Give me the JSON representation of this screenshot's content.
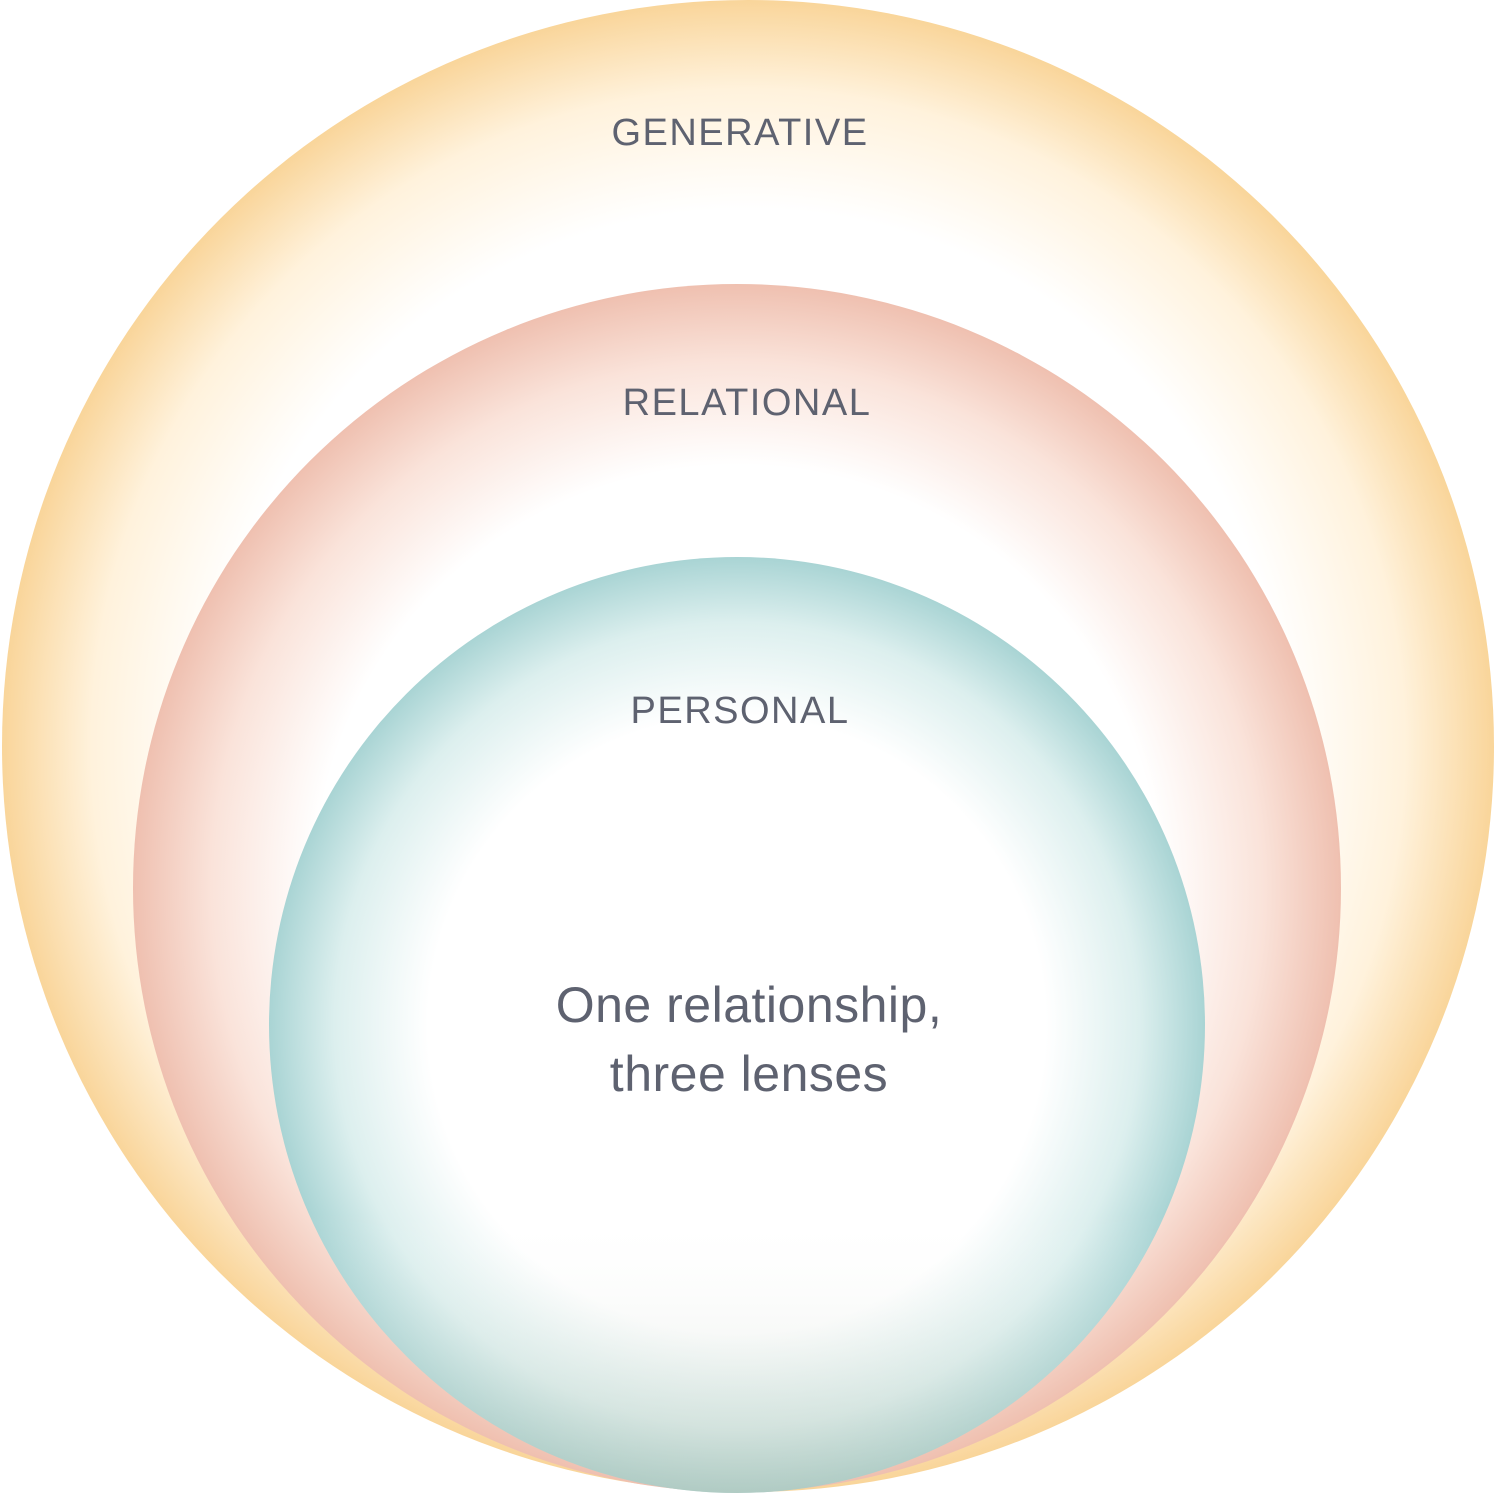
{
  "diagram": {
    "layers": [
      {
        "key": "generative",
        "label": "GENERATIVE",
        "edge_color": "#f9d59a",
        "mid_color": "#fff2dc",
        "center_color": "#ffffff"
      },
      {
        "key": "relational",
        "label": "RELATIONAL",
        "edge_color": "#efc0b0",
        "mid_color": "#fae3da",
        "center_color": "#ffffff"
      },
      {
        "key": "personal",
        "label": "PERSONAL",
        "edge_color": "#a9d4d4",
        "mid_color": "#dcefee",
        "center_color": "#ffffff",
        "bottom_tint": "#b6c4b6"
      }
    ],
    "center_text": {
      "line1": "One relationship,",
      "line2": "three lenses"
    },
    "text_color": "#5e6270"
  }
}
